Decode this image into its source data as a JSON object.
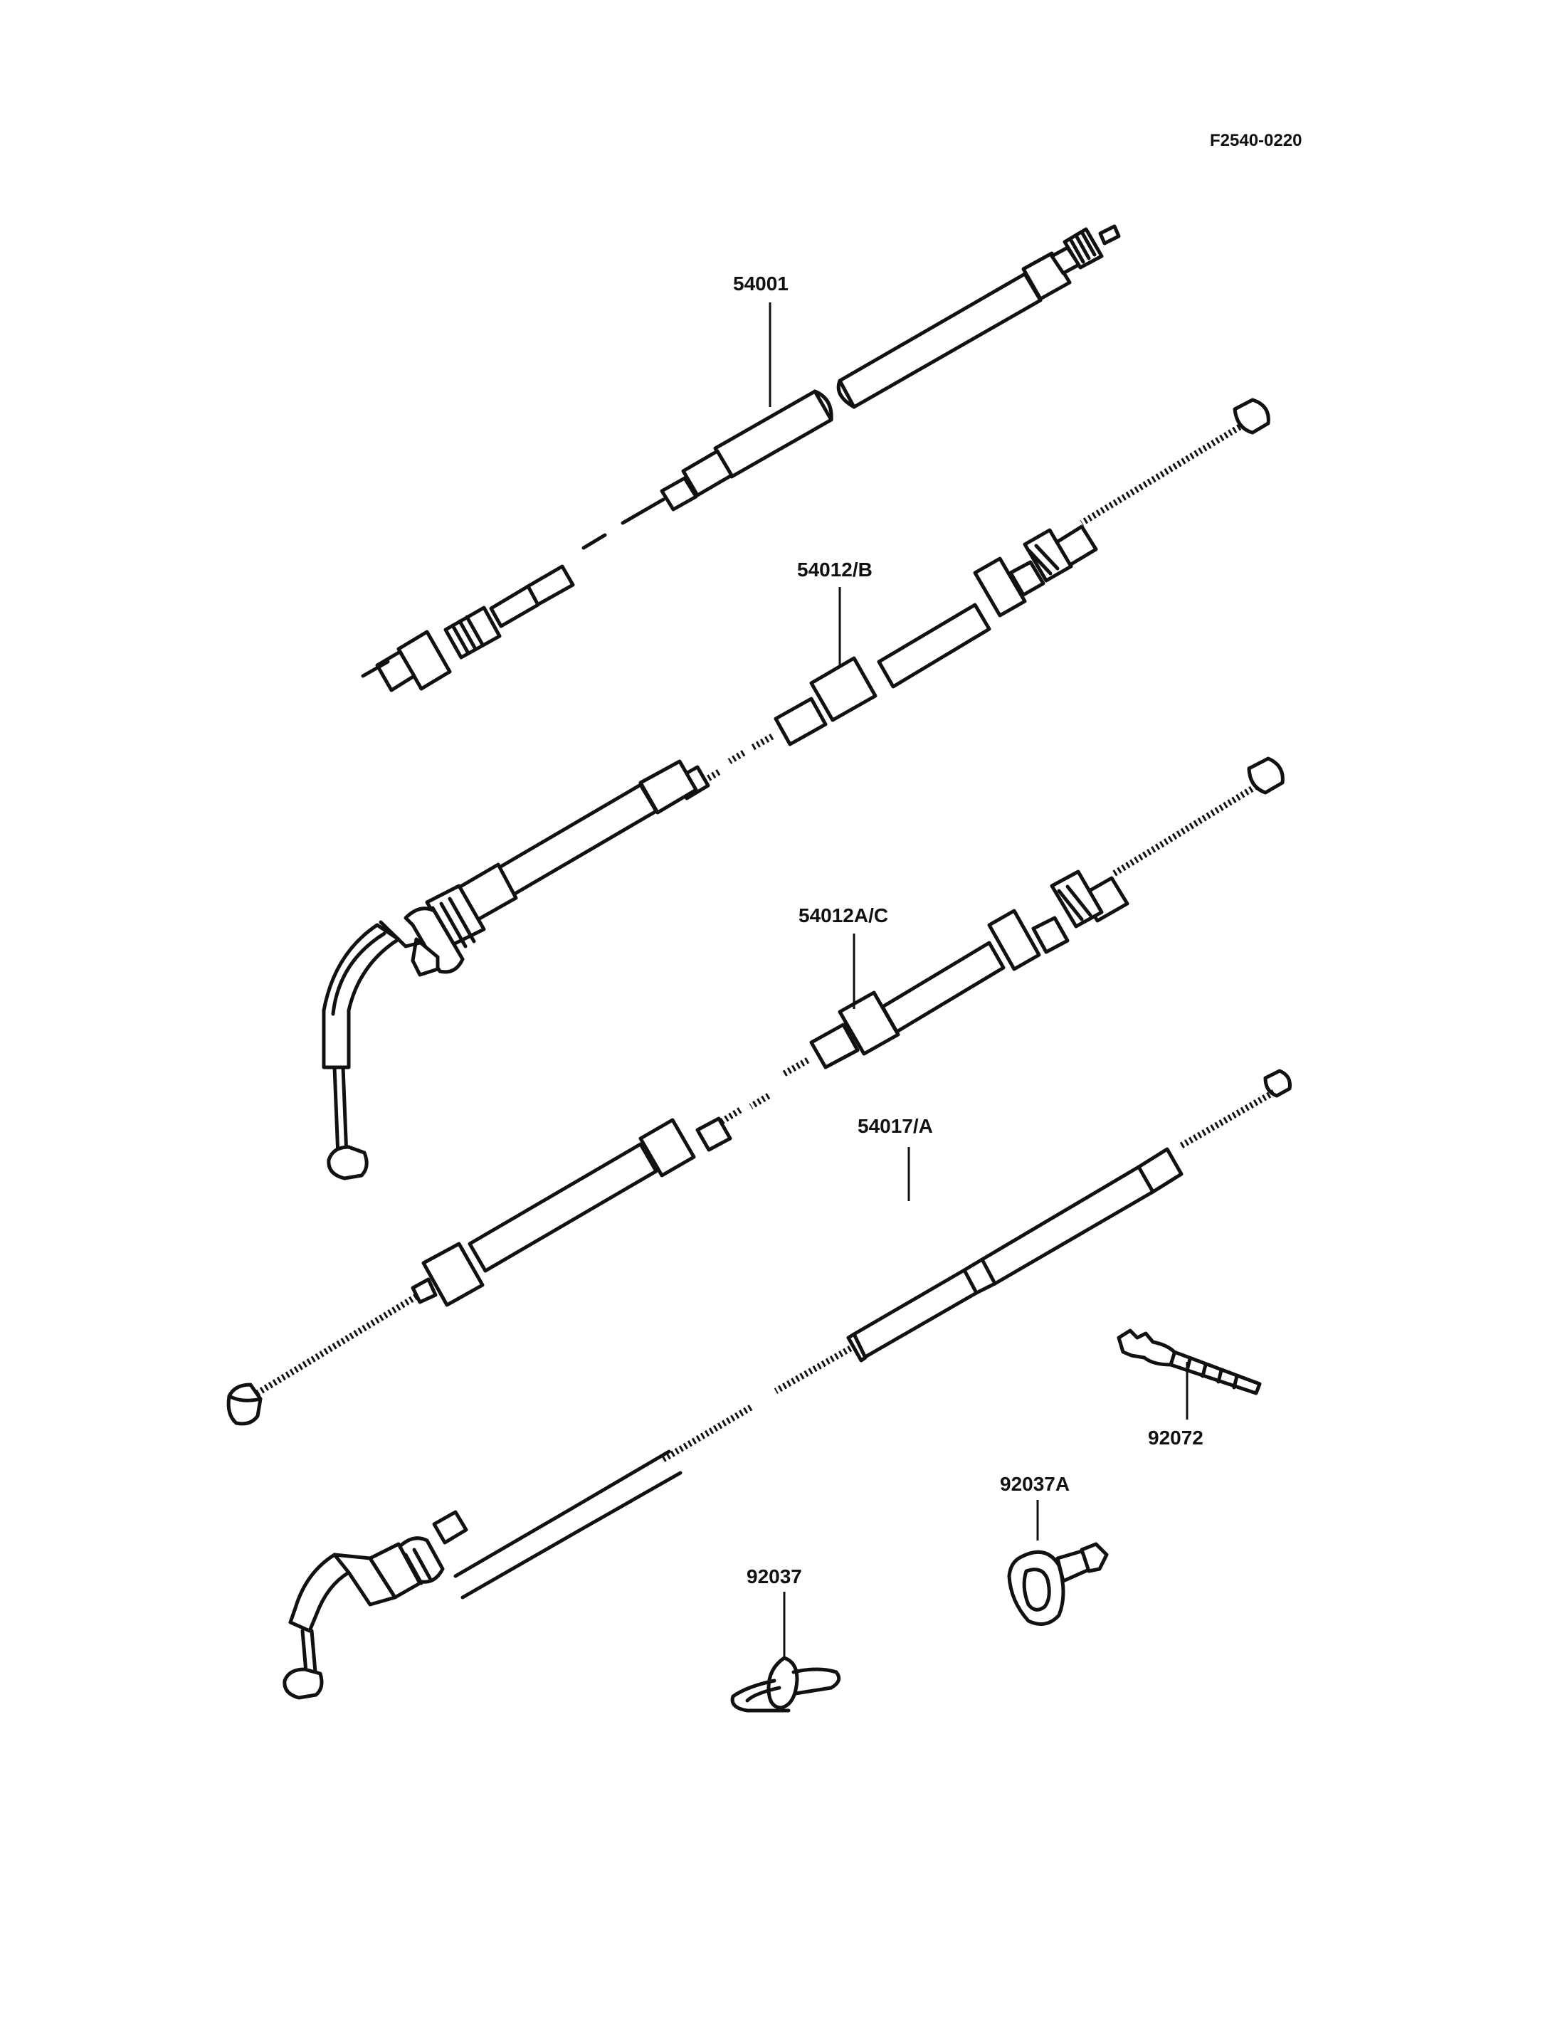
{
  "figure_code": "F2540-0220",
  "parts": [
    {
      "number": "54001"
    },
    {
      "number": "54012/B"
    },
    {
      "number": "54012A/C"
    },
    {
      "number": "54017/A"
    },
    {
      "number": "92072"
    },
    {
      "number": "92037A"
    },
    {
      "number": "92037"
    }
  ]
}
